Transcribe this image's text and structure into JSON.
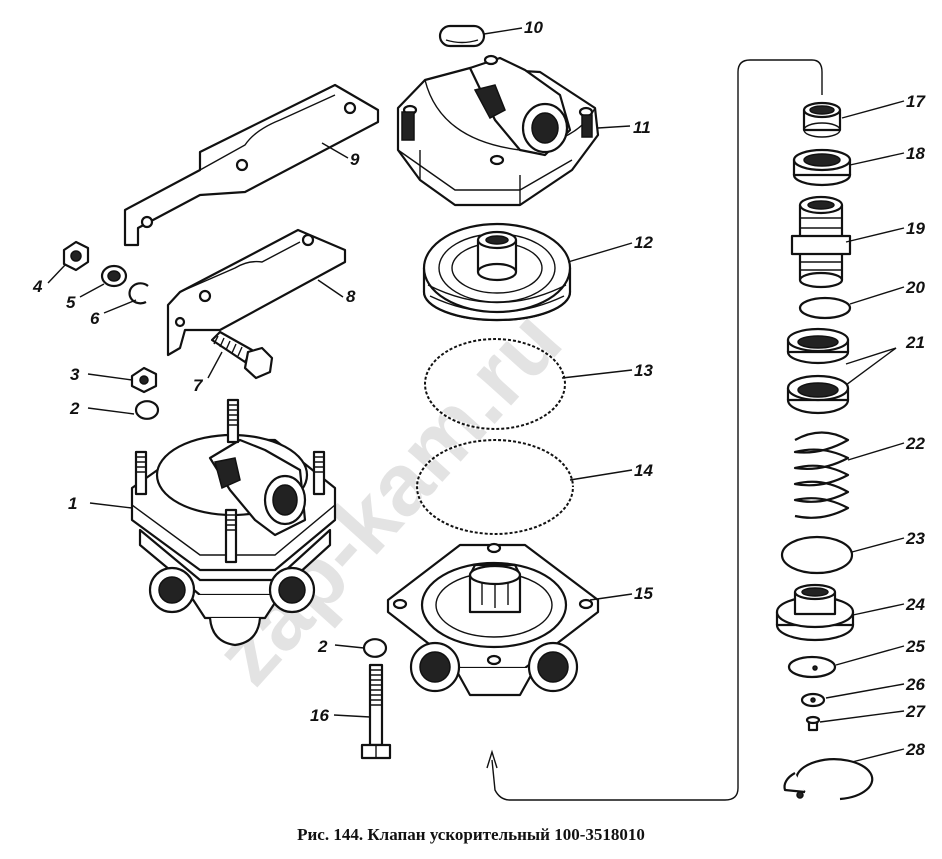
{
  "caption": "Рис. 144. Клапан ускорительный 100-3518010",
  "watermark": "zap-kam.ru",
  "part_labels": [
    "1",
    "2",
    "2",
    "3",
    "4",
    "5",
    "6",
    "7",
    "8",
    "9",
    "10",
    "11",
    "12",
    "13",
    "14",
    "15",
    "16",
    "17",
    "18",
    "19",
    "20",
    "21",
    "22",
    "23",
    "24",
    "25",
    "26",
    "27",
    "28"
  ]
}
